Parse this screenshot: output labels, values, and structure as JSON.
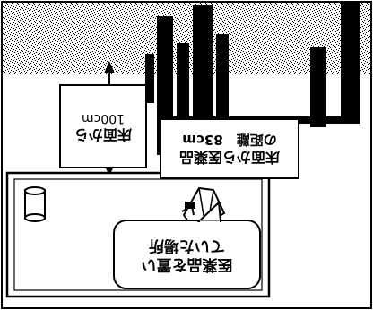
{
  "labels": {
    "floor_height": {
      "line1": "床面から",
      "line2": "100cm"
    },
    "floor_distance": {
      "line1": "床面から医薬品",
      "line2": "の距離　83cm"
    },
    "placement": {
      "line1": "医薬品を置い",
      "line2": "ていた場所"
    }
  },
  "colors": {
    "ink": "#000000",
    "paper": "#ffffff"
  }
}
